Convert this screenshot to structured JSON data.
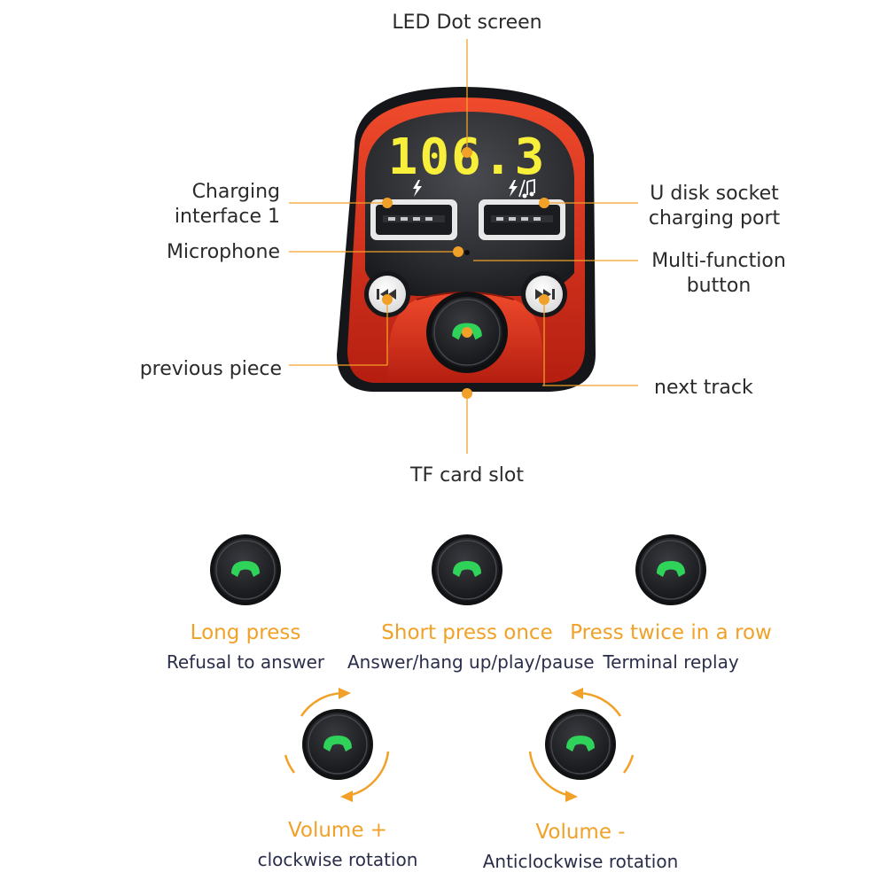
{
  "device": {
    "display": "106.3",
    "port1_icon": "lightning-icon",
    "port2_icon": "lightning-music-icon",
    "prev_icon": "previous-track-icon",
    "next_icon": "next-track-icon",
    "call_icon": "phone-handset-icon"
  },
  "callouts": {
    "led": "LED Dot screen",
    "charging_1": "Charging",
    "charging_2": "interface 1",
    "microphone": "Microphone",
    "prev": "previous piece",
    "udisk_1": "U disk socket",
    "udisk_2": "charging port",
    "multi_1": "Multi-function",
    "multi_2": "button",
    "next": "next track",
    "tf": "TF card slot"
  },
  "modes": [
    {
      "title": "Long press",
      "desc": "Refusal to answer"
    },
    {
      "title": "Short press once",
      "desc": "Answer/hang up/play/pause"
    },
    {
      "title": "Press twice in a row",
      "desc": "Terminal replay"
    },
    {
      "title": "Volume +",
      "desc": "clockwise rotation"
    },
    {
      "title": "Volume -",
      "desc": "Anticlockwise rotation"
    }
  ],
  "colors": {
    "accent": "#f2a128",
    "body_red": "#d42a1a",
    "led_yellow": "#f7ef3a",
    "button_green": "#2fd35a",
    "desc_text": "#2a2e4a"
  }
}
